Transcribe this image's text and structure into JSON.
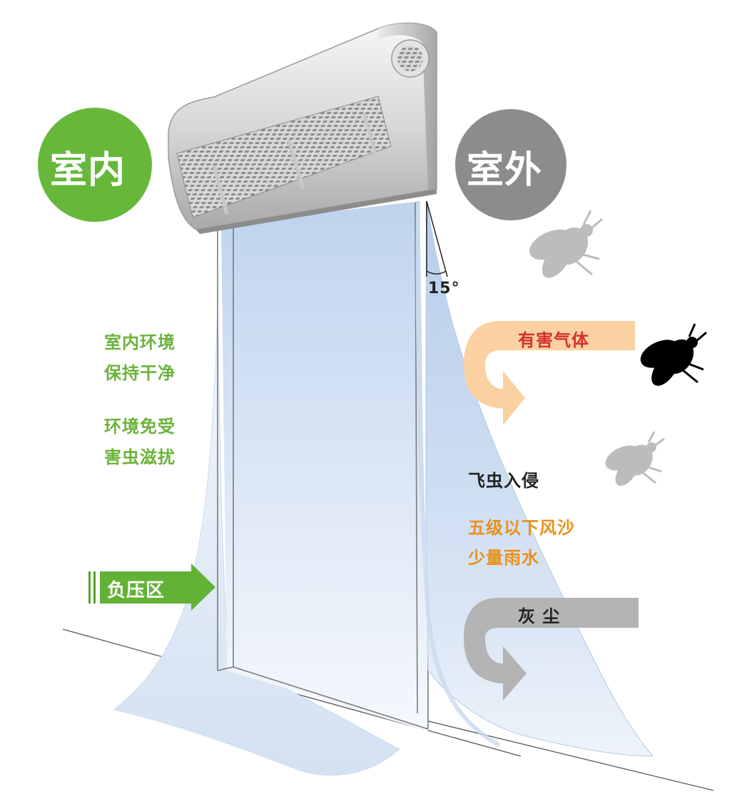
{
  "badges": {
    "indoor": {
      "label": "室内",
      "color": "#67b83a"
    },
    "outdoor": {
      "label": "室外",
      "color": "#8c8c8c"
    }
  },
  "annotations": {
    "angle": "15°",
    "indoor_clean_line1": "室内环境",
    "indoor_clean_line2": "保持干净",
    "pest_free_line1": "环境免受",
    "pest_free_line2": "害虫滋扰",
    "negative_pressure": "负压区",
    "harmful_gas": "有害气体",
    "insect_invasion": "飞虫入侵",
    "wind_sand_line1": "五级以下风沙",
    "wind_sand_line2": "少量雨水",
    "dust": "灰 尘"
  },
  "colors": {
    "indoor_text": "#6bb33a",
    "harmful_text": "#d5302a",
    "weather_text": "#e8901c",
    "gas_arrow": "#fbd1a1",
    "dust_arrow": "#b4b4b4",
    "insect_dark": "#000000",
    "insect_light": "#bcbcbc",
    "air_curtain": "#c6d9ef"
  },
  "icons": [
    "air-curtain-device-icon",
    "fly-icon",
    "arrow-right-icon",
    "curved-arrow-icon"
  ]
}
